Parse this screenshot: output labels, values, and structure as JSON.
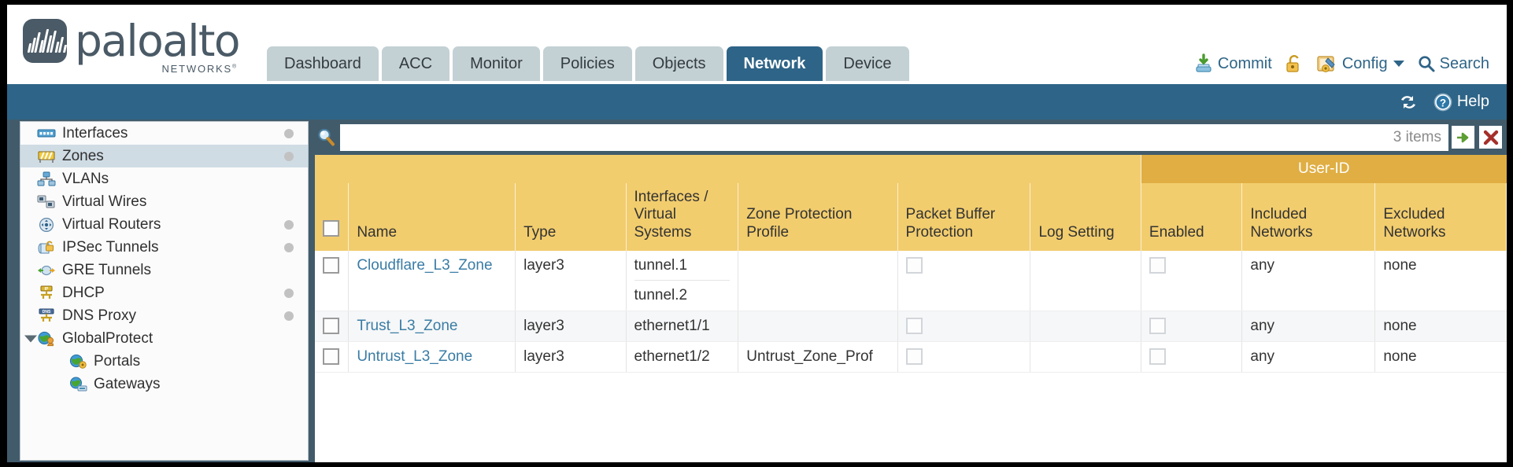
{
  "brand": {
    "name": "paloalto",
    "sub": "NETWORKS",
    "sub_mark": "®"
  },
  "nav": {
    "tabs": [
      {
        "label": "Dashboard",
        "active": false
      },
      {
        "label": "ACC",
        "active": false
      },
      {
        "label": "Monitor",
        "active": false
      },
      {
        "label": "Policies",
        "active": false
      },
      {
        "label": "Objects",
        "active": false
      },
      {
        "label": "Network",
        "active": true
      },
      {
        "label": "Device",
        "active": false
      }
    ]
  },
  "header_actions": {
    "commit": {
      "label": "Commit",
      "icon": "commit-icon"
    },
    "lock": {
      "label": "",
      "icon": "lock-icon"
    },
    "config": {
      "label": "Config",
      "icon": "config-icon",
      "caret": "chevron-down-icon"
    },
    "search": {
      "label": "Search",
      "icon": "search-icon"
    }
  },
  "bluebar": {
    "refresh": {
      "label": "",
      "icon": "refresh-icon"
    },
    "help": {
      "label": "Help",
      "icon": "help-icon"
    }
  },
  "sidebar": {
    "items": [
      {
        "label": "Interfaces",
        "icon": "interfaces-icon",
        "dot": true,
        "selected": false,
        "child": false,
        "twisty": false
      },
      {
        "label": "Zones",
        "icon": "zones-icon",
        "dot": true,
        "selected": true,
        "child": false,
        "twisty": false
      },
      {
        "label": "VLANs",
        "icon": "vlans-icon",
        "dot": false,
        "selected": false,
        "child": false,
        "twisty": false
      },
      {
        "label": "Virtual Wires",
        "icon": "virtual-wires-icon",
        "dot": false,
        "selected": false,
        "child": false,
        "twisty": false
      },
      {
        "label": "Virtual Routers",
        "icon": "virtual-routers-icon",
        "dot": true,
        "selected": false,
        "child": false,
        "twisty": false
      },
      {
        "label": "IPSec Tunnels",
        "icon": "ipsec-tunnels-icon",
        "dot": true,
        "selected": false,
        "child": false,
        "twisty": false
      },
      {
        "label": "GRE Tunnels",
        "icon": "gre-tunnels-icon",
        "dot": false,
        "selected": false,
        "child": false,
        "twisty": false
      },
      {
        "label": "DHCP",
        "icon": "dhcp-icon",
        "dot": true,
        "selected": false,
        "child": false,
        "twisty": false
      },
      {
        "label": "DNS Proxy",
        "icon": "dns-proxy-icon",
        "dot": true,
        "selected": false,
        "child": false,
        "twisty": false
      },
      {
        "label": "GlobalProtect",
        "icon": "globalprotect-icon",
        "dot": false,
        "selected": false,
        "child": false,
        "twisty": true
      },
      {
        "label": "Portals",
        "icon": "portals-icon",
        "dot": false,
        "selected": false,
        "child": true,
        "twisty": false
      },
      {
        "label": "Gateways",
        "icon": "gateways-icon",
        "dot": false,
        "selected": false,
        "child": true,
        "twisty": false
      }
    ]
  },
  "search": {
    "value": "",
    "placeholder": "",
    "items_count": "3 items",
    "apply_icon": "apply-arrow-icon",
    "clear_icon": "clear-x-icon",
    "magnifier_icon": "search-icon"
  },
  "table": {
    "group_headers": [
      {
        "label": "User-ID",
        "span": 3
      }
    ],
    "columns": [
      "Name",
      "Type",
      "Interfaces / Virtual Systems",
      "Zone Protection Profile",
      "Packet Buffer Protection",
      "Log Setting",
      "Enabled",
      "Included Networks",
      "Excluded Networks"
    ],
    "rows": [
      {
        "name": "Cloudflare_L3_Zone",
        "type": "layer3",
        "interfaces": [
          "tunnel.1",
          "tunnel.2"
        ],
        "zone_protection_profile": "",
        "packet_buffer_protection": false,
        "log_setting": "",
        "userid_enabled": false,
        "included_networks": "any",
        "excluded_networks": "none"
      },
      {
        "name": "Trust_L3_Zone",
        "type": "layer3",
        "interfaces": [
          "ethernet1/1"
        ],
        "zone_protection_profile": "",
        "packet_buffer_protection": false,
        "log_setting": "",
        "userid_enabled": false,
        "included_networks": "any",
        "excluded_networks": "none"
      },
      {
        "name": "Untrust_L3_Zone",
        "type": "layer3",
        "interfaces": [
          "ethernet1/2"
        ],
        "zone_protection_profile": "Untrust_Zone_Prof",
        "packet_buffer_protection": false,
        "log_setting": "",
        "userid_enabled": false,
        "included_networks": "any",
        "excluded_networks": "none"
      }
    ]
  },
  "colors": {
    "brand_blue": "#2e6487",
    "header_yellow": "#f2cd6e",
    "group_yellow": "#e0ae43",
    "panel_slate": "#415b6b",
    "link_blue": "#3a7ca5"
  }
}
